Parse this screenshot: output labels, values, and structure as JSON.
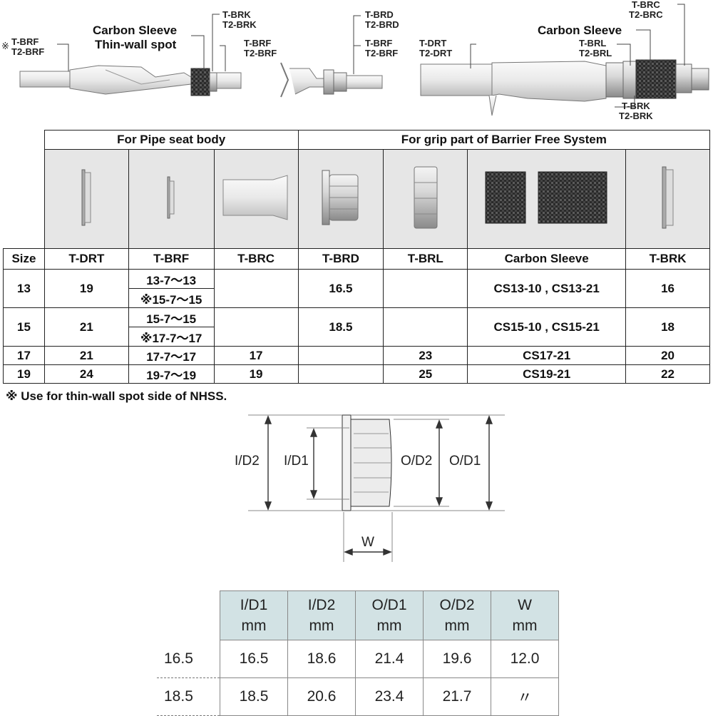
{
  "illustration_labels": {
    "left_carbon_sleeve": "Carbon Sleeve",
    "left_thin_wall_spot": "Thin-wall spot",
    "left_brf_mark": "※",
    "left_brf": [
      "T-BRF",
      "T2-BRF"
    ],
    "left_brk": [
      "T-BRK",
      "T2-BRK"
    ],
    "left_brf2": [
      "T-BRF",
      "T2-BRF"
    ],
    "mid_brd": [
      "T-BRD",
      "T2-BRD"
    ],
    "mid_brf": [
      "T-BRF",
      "T2-BRF"
    ],
    "right_drt": [
      "T-DRT",
      "T2-DRT"
    ],
    "right_carbon_sleeve": "Carbon Sleeve",
    "right_brl": [
      "T-BRL",
      "T2-BRL"
    ],
    "right_brc": [
      "T-BRC",
      "T2-BRC"
    ],
    "right_brk": [
      "T-BRK",
      "T2-BRK"
    ]
  },
  "main_table": {
    "group_headers": [
      "For Pipe seat body",
      "For grip part of Barrier Free System"
    ],
    "headers": [
      "Size",
      "T-DRT",
      "T-BRF",
      "T-BRC",
      "T-BRD",
      "T-BRL",
      "Carbon Sleeve",
      "T-BRK"
    ],
    "rows": [
      {
        "size": "13",
        "drt": "19",
        "brf_a": "13-7～13",
        "brf_b": "※15-7～15",
        "brc": "",
        "brd": "16.5",
        "brl": "",
        "cs": "CS13-10 , CS13-21",
        "brk": "16"
      },
      {
        "size": "15",
        "drt": "21",
        "brf_a": "15-7～15",
        "brf_b": "※17-7～17",
        "brc": "",
        "brd": "18.5",
        "brl": "",
        "cs": "CS15-10 , CS15-21",
        "brk": "18"
      },
      {
        "size": "17",
        "drt": "21",
        "brf": "17-7～17",
        "brc": "17",
        "brd": "",
        "brl": "23",
        "cs": "CS17-21",
        "brk": "20"
      },
      {
        "size": "19",
        "drt": "24",
        "brf": "19-7～19",
        "brc": "19",
        "brd": "",
        "brl": "25",
        "cs": "CS19-21",
        "brk": "22"
      }
    ]
  },
  "note": "※ Use for thin-wall spot side of NHSS.",
  "diagram_labels": {
    "id2": "I/D2",
    "id1": "I/D1",
    "od2": "O/D2",
    "od1": "O/D1",
    "w": "W"
  },
  "dim_table": {
    "headers": [
      [
        "I/D1",
        "mm"
      ],
      [
        "I/D2",
        "mm"
      ],
      [
        "O/D1",
        "mm"
      ],
      [
        "O/D2",
        "mm"
      ],
      [
        "W",
        "mm"
      ]
    ],
    "rows": [
      {
        "label": "16.5",
        "values": [
          "16.5",
          "18.6",
          "21.4",
          "19.6",
          "12.0"
        ]
      },
      {
        "label": "18.5",
        "values": [
          "18.5",
          "20.6",
          "23.4",
          "21.7",
          "〃"
        ]
      }
    ]
  },
  "colors": {
    "image_cell_bg": "#e6e6e6",
    "dim_header_bg": "#d2e2e4"
  }
}
